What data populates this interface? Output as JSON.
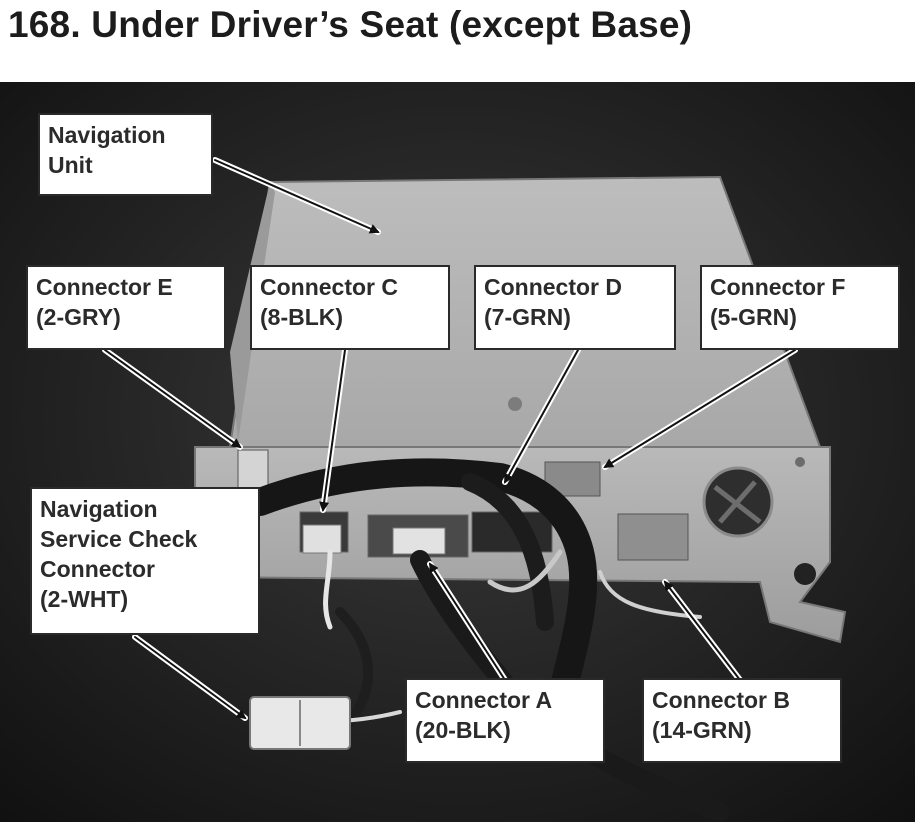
{
  "title": "168.  Under Driver’s Seat (except Base)",
  "labels": {
    "navigation_unit": [
      "Navigation",
      "Unit"
    ],
    "connector_e": [
      "Connector E",
      "(2-GRY)"
    ],
    "connector_c": [
      "Connector C",
      "(8-BLK)"
    ],
    "connector_d": [
      "Connector D",
      "(7-GRN)"
    ],
    "connector_f": [
      "Connector F",
      "(5-GRN)"
    ],
    "service_check": [
      "Navigation",
      "Service Check",
      "Connector",
      "(2-WHT)"
    ],
    "connector_a": [
      "Connector A",
      "(20-BLK)"
    ],
    "connector_b": [
      "Connector B",
      "(14-GRN)"
    ]
  }
}
